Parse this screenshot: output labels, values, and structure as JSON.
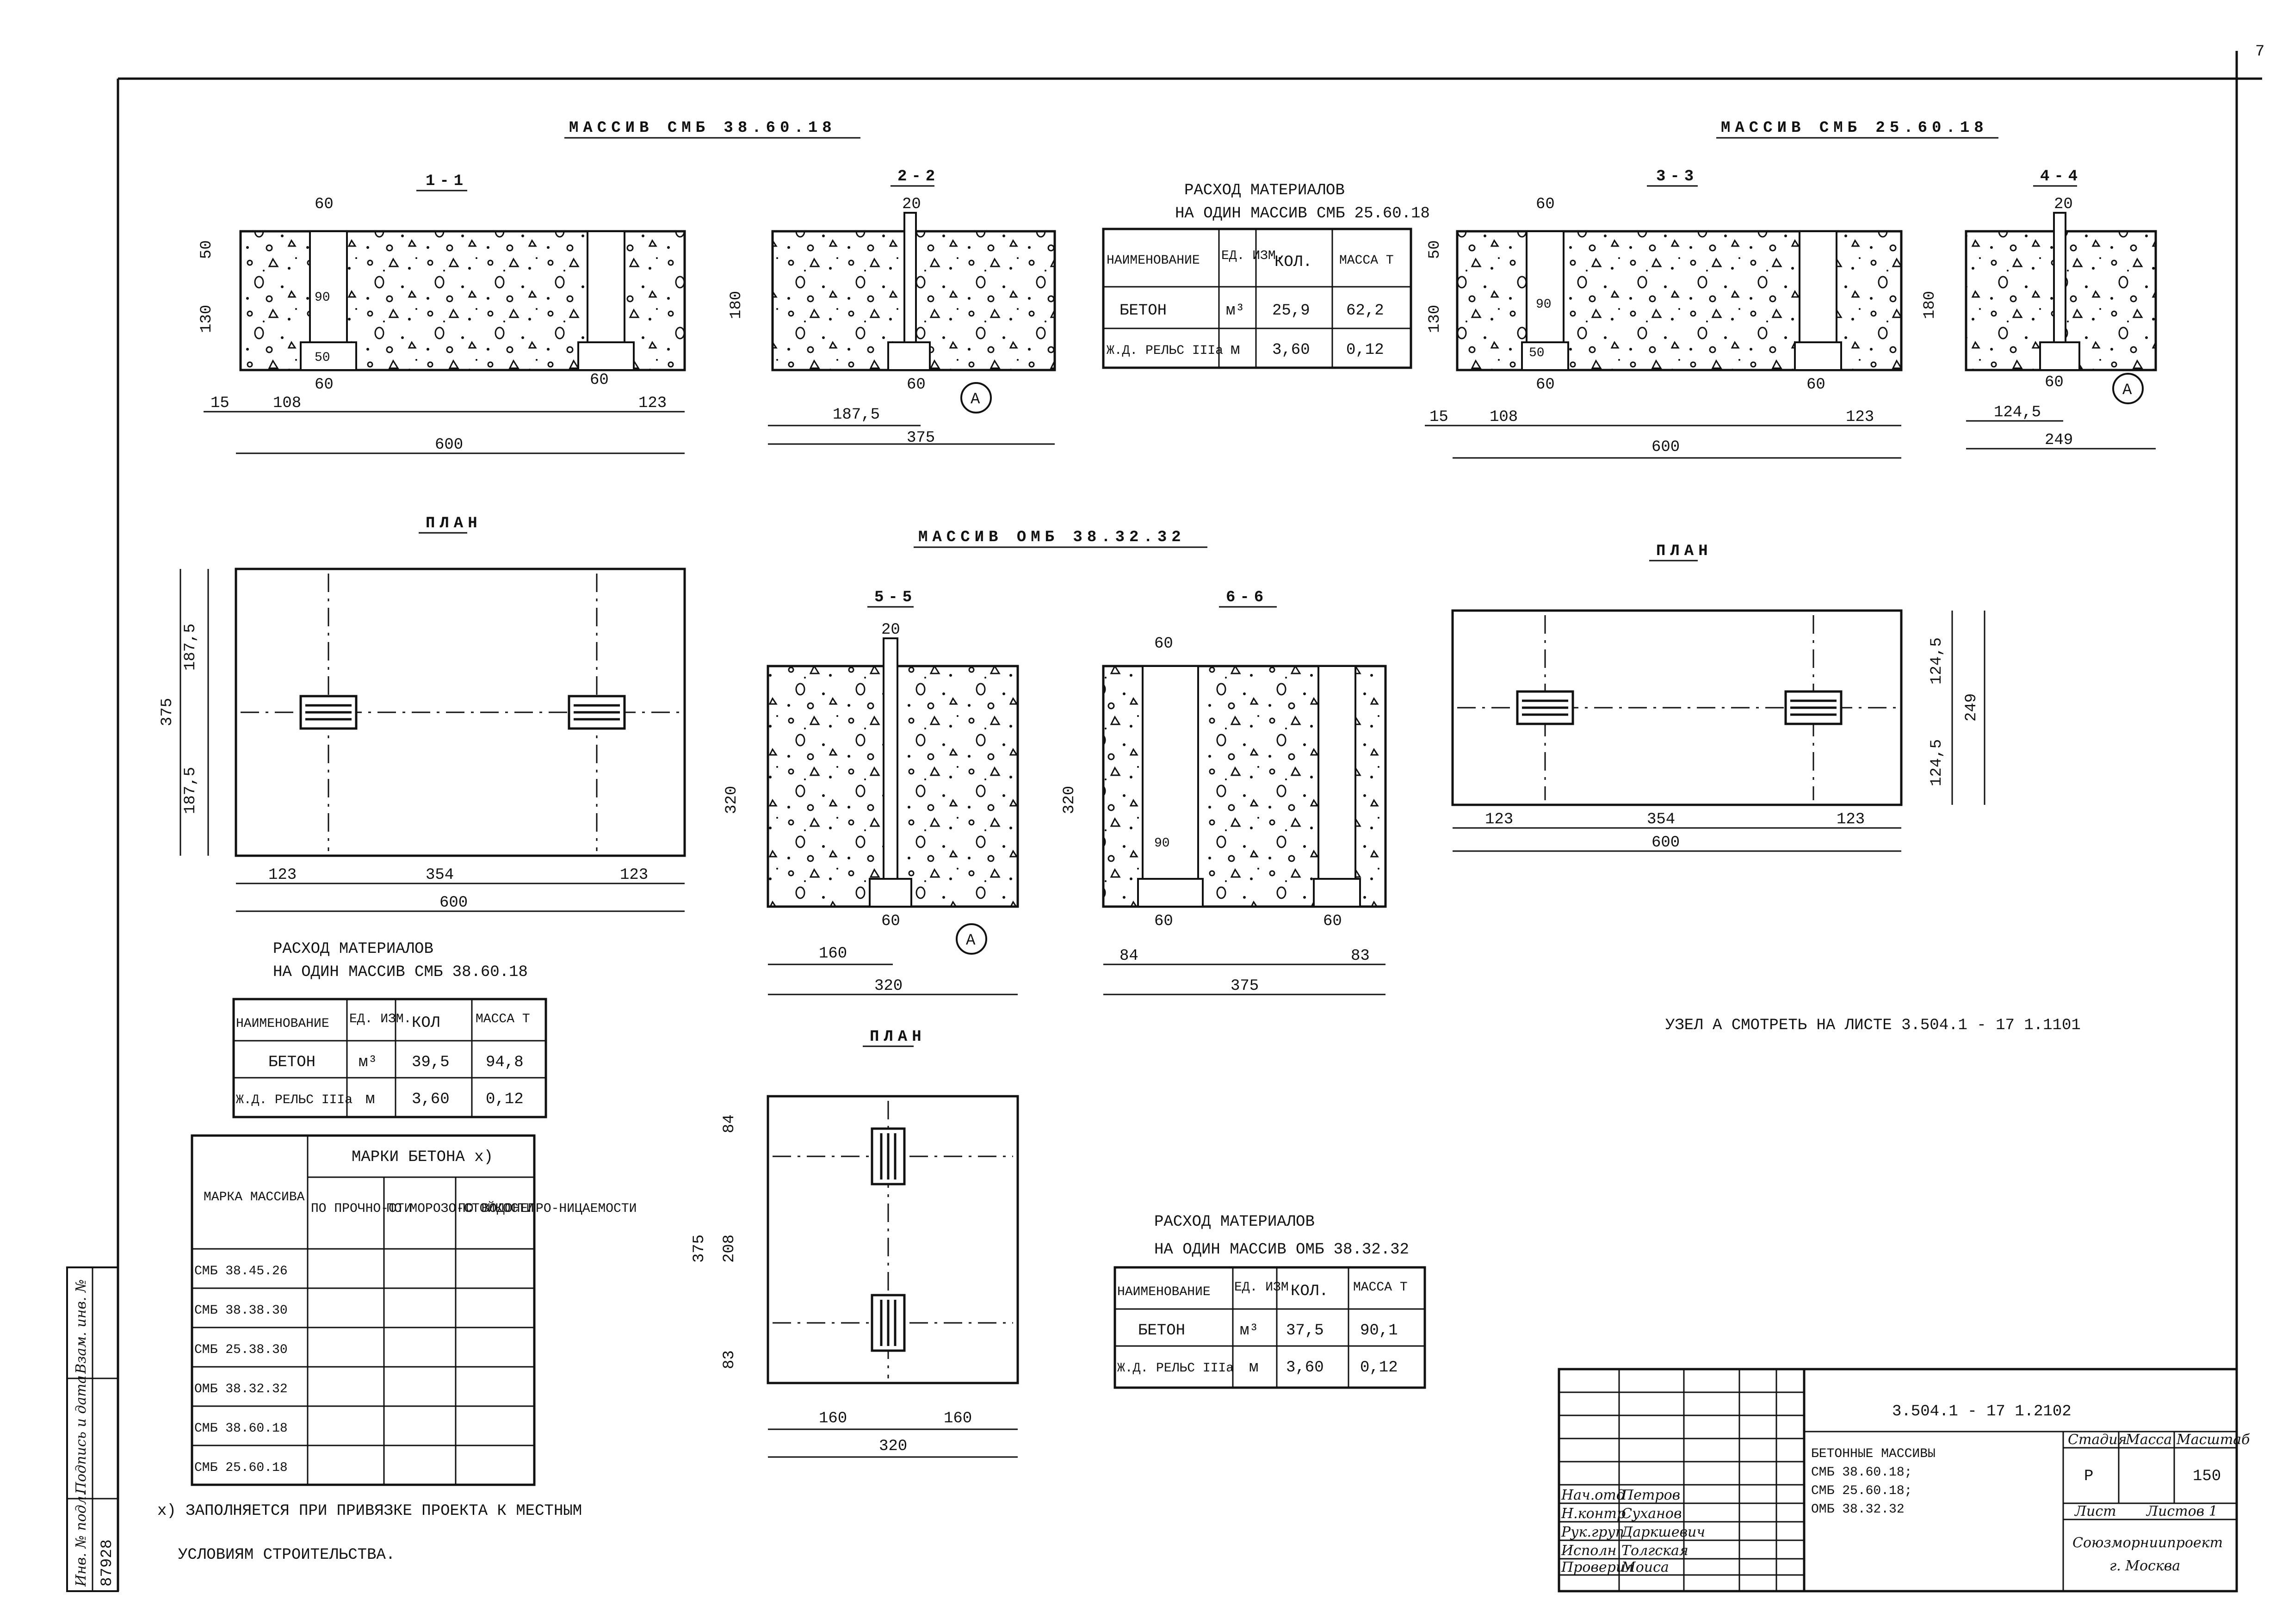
{
  "page_number": "7",
  "titles": {
    "smb_38_60_18": "МАССИВ СМБ 38.60.18",
    "smb_25_60_18": "МАССИВ СМБ 25.60.18",
    "omb_38_32_32": "МАССИВ ОМБ 38.32.32"
  },
  "sections": {
    "s1": "1-1",
    "s2": "2-2",
    "s3": "3-3",
    "s4": "4-4",
    "s5": "5-5",
    "s6": "6-6",
    "plan": "ПЛАН"
  },
  "dims": {
    "d15": "15",
    "d108": "108",
    "d600": "600",
    "d123": "123",
    "d60": "60",
    "d90": "90",
    "d50": "50",
    "d130": "130",
    "d180": "180",
    "d187_5": "187,5",
    "d375": "375",
    "d20": "20",
    "d124_5": "124,5",
    "d249": "249",
    "d354": "354",
    "d320": "320",
    "d160": "160",
    "d84": "84",
    "d83": "83",
    "d208": "208",
    "d187_5v": "187,5"
  },
  "node_label": "А",
  "tables": {
    "t25": {
      "caption1": "РАСХОД МАТЕРИАЛОВ",
      "caption2": "НА ОДИН МАССИВ СМБ 25.60.18",
      "headers": [
        "НАИМЕНОВАНИЕ",
        "ЕД. ИЗМ.",
        "КОЛ.",
        "МАССА Т"
      ],
      "rows": [
        [
          "БЕТОН",
          "м³",
          "25,9",
          "62,2"
        ],
        [
          "Ж.Д. РЕЛЬС IIIа",
          "м",
          "3,60",
          "0,12"
        ]
      ]
    },
    "t38": {
      "caption1": "РАСХОД МАТЕРИАЛОВ",
      "caption2": "НА ОДИН МАССИВ СМБ 38.60.18",
      "headers": [
        "НАИМЕНОВАНИЕ",
        "ЕД. ИЗМ.",
        "КОЛ",
        "МАССА Т"
      ],
      "rows": [
        [
          "БЕТОН",
          "м³",
          "39,5",
          "94,8"
        ],
        [
          "Ж.Д. РЕЛЬС IIIа",
          "м",
          "3,60",
          "0,12"
        ]
      ]
    },
    "tomb": {
      "caption1": "РАСХОД МАТЕРИАЛОВ",
      "caption2": "НА ОДИН МАССИВ ОМБ 38.32.32",
      "headers": [
        "НАИМЕНОВАНИЕ",
        "ЕД. ИЗМ.",
        "КОЛ.",
        "МАССА Т"
      ],
      "rows": [
        [
          "БЕТОН",
          "м³",
          "37,5",
          "90,1"
        ],
        [
          "Ж.Д. РЕЛЬС IIIа",
          "м",
          "3,60",
          "0,12"
        ]
      ]
    },
    "grades": {
      "col1": "МАРКА МАССИВА",
      "group": "МАРКИ БЕТОНА х)",
      "sub": [
        "ПО ПРОЧНО-СТИ",
        "ПО МОРОЗО-СТОЙКОСТИ",
        "ПО ВОДОНЕПРО-НИЦАЕМОСТИ"
      ],
      "rows": [
        "СМБ 38.45.26",
        "СМБ 38.38.30",
        "СМБ 25.38.30",
        "ОМБ 38.32.32",
        "СМБ 38.60.18",
        "СМБ 25.60.18"
      ]
    }
  },
  "notes": {
    "footnote1": "х) ЗАПОЛНЯЕТСЯ ПРИ ПРИВЯЗКЕ ПРОЕКТА К МЕСТНЫМ",
    "footnote2": "УСЛОВИЯМ СТРОИТЕЛЬСТВА.",
    "node_ref": "УЗЕЛ А СМОТРЕТЬ НА ЛИСТЕ 3.504.1 - 17 1.1101"
  },
  "stamp": {
    "code": "3.504.1 - 17 1.2102",
    "title1": "БЕТОННЫЕ МАССИВЫ",
    "title2": "СМБ 38.60.18;",
    "title3": "СМБ 25.60.18;",
    "title4": "ОМБ 38.32.32",
    "stage_h": "Стадия",
    "mass_h": "Масса",
    "scale_h": "Масштаб",
    "stage": "Р",
    "scale": "150",
    "sheet_h": "Лист",
    "sheets_h": "Листов 1",
    "org1": "Союзморниипроект",
    "org2": "г. Москва",
    "roles": [
      "Нач.отд",
      "Н.контр",
      "Рук.груп",
      "Исполн",
      "Проверил"
    ],
    "names": [
      "Петров",
      "Суханов",
      "Даркшевич",
      "Толгская",
      "Моиса"
    ]
  },
  "side": {
    "inv": "87928",
    "label1": "Инв. № подл.",
    "label2": "Подпись и дата",
    "label3": "Взам. инв. №"
  }
}
